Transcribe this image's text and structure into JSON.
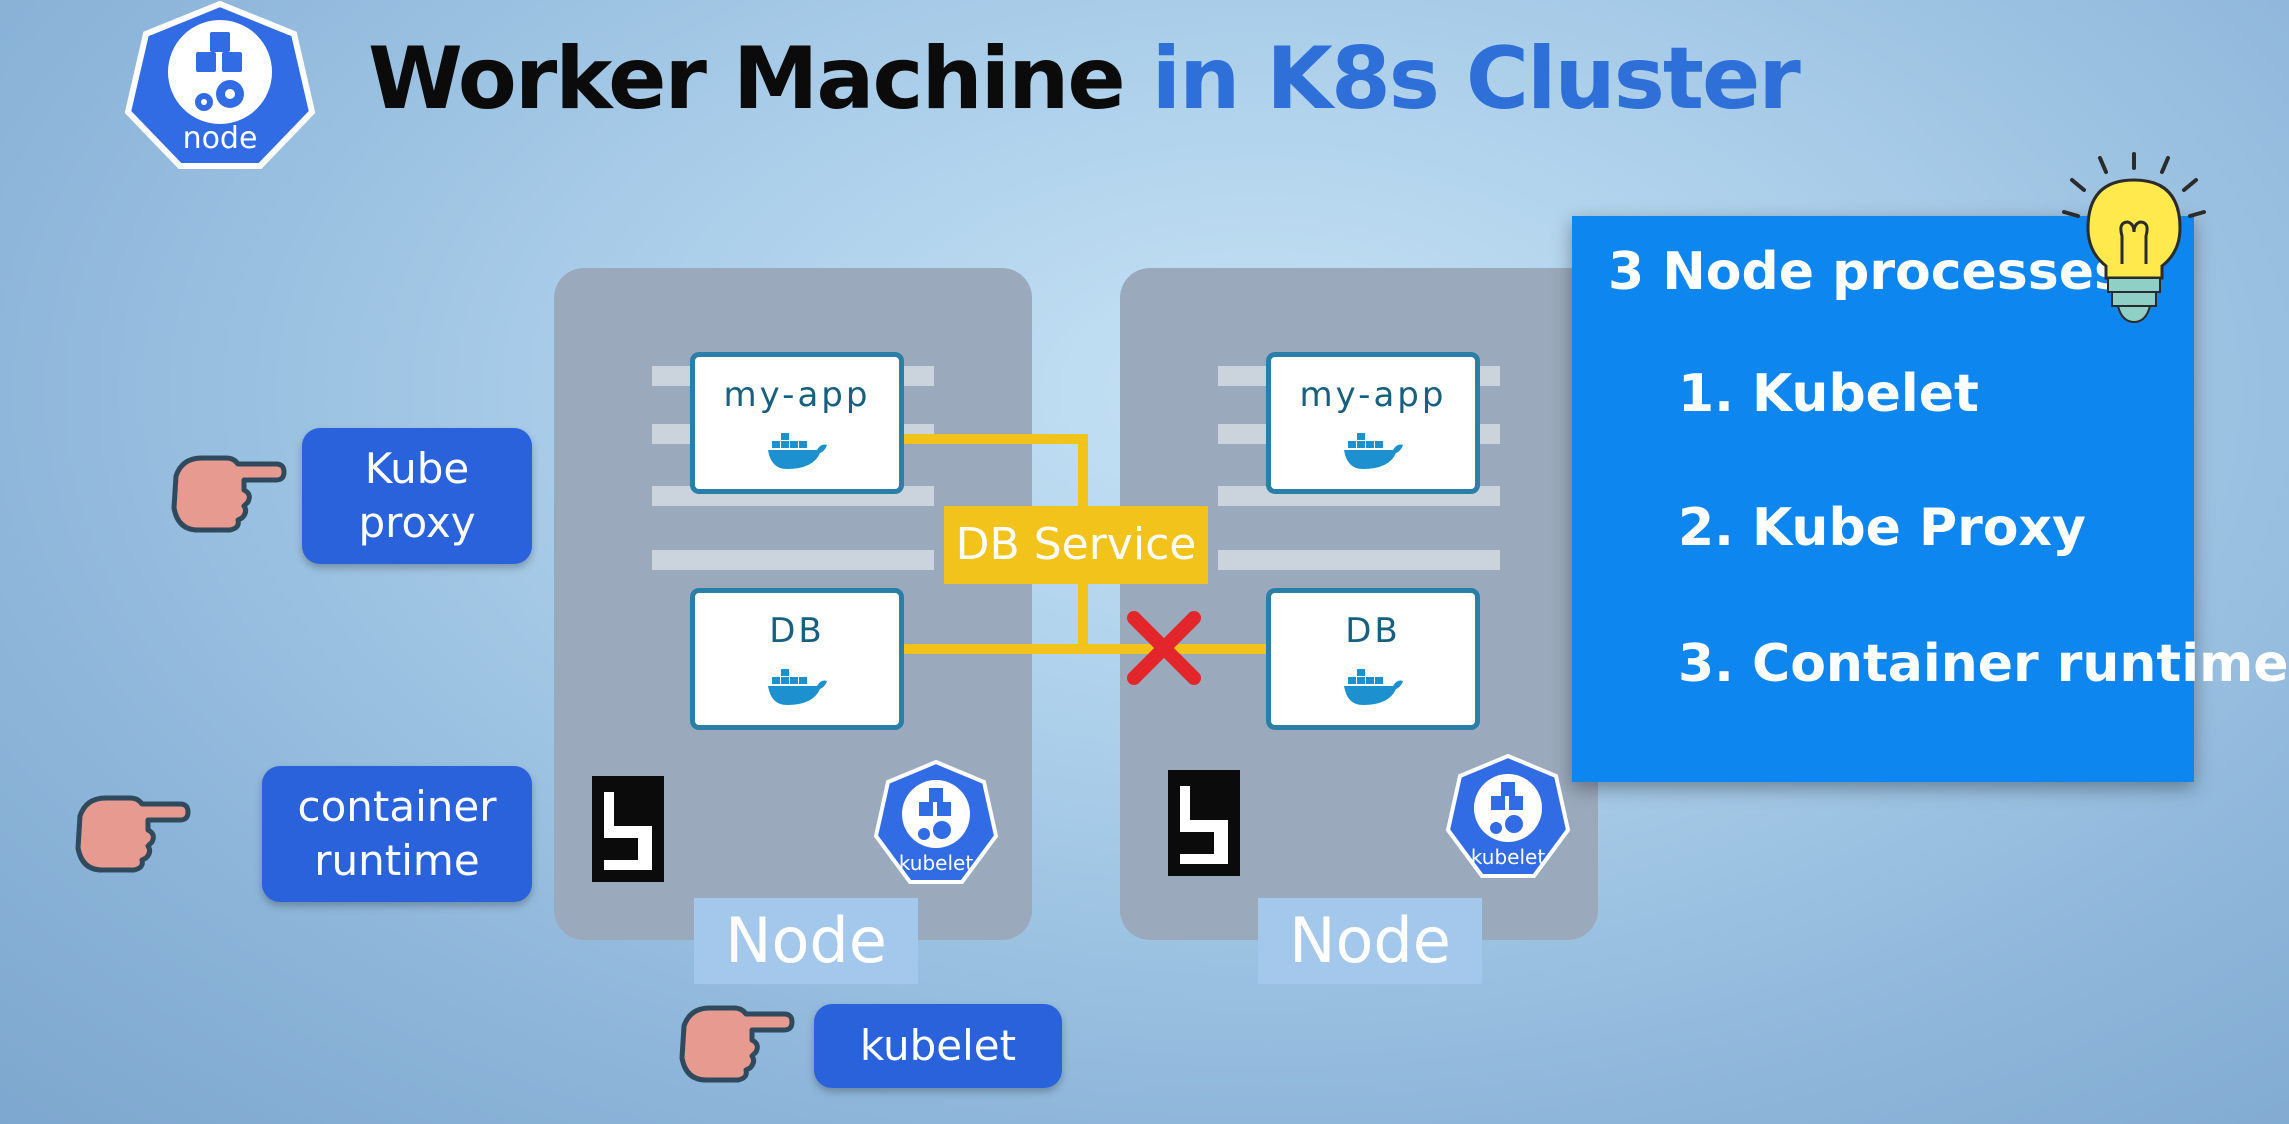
{
  "title": {
    "part1": "Worker Machine",
    "part2": "in K8s Cluster"
  },
  "logo": {
    "label": "node",
    "icon": "kubernetes-node-icon",
    "color": "#326ce5"
  },
  "nodes": [
    {
      "label": "Node",
      "apps": [
        "my-app",
        "DB"
      ],
      "kubelet_label": "kubelet"
    },
    {
      "label": "Node",
      "apps": [
        "my-app",
        "DB"
      ],
      "kubelet_label": "kubelet"
    }
  ],
  "service": {
    "label": "DB Service",
    "blocked_icon": "red-x-icon"
  },
  "callouts": [
    {
      "label": "Kube proxy",
      "icon": "pointing-hand-icon"
    },
    {
      "label": "container runtime",
      "icon": "pointing-hand-icon"
    },
    {
      "label": "kubelet",
      "icon": "pointing-hand-icon"
    }
  ],
  "info": {
    "heading": "3 Node processes:",
    "items": [
      "1. Kubelet",
      "2. Kube Proxy",
      "3. Container runtime"
    ],
    "icon": "lightbulb-icon"
  },
  "colors": {
    "accent": "#2f6fd8",
    "info_bg": "#0e86f0",
    "wire": "#f2c31a",
    "pill": "#2a62dc"
  }
}
